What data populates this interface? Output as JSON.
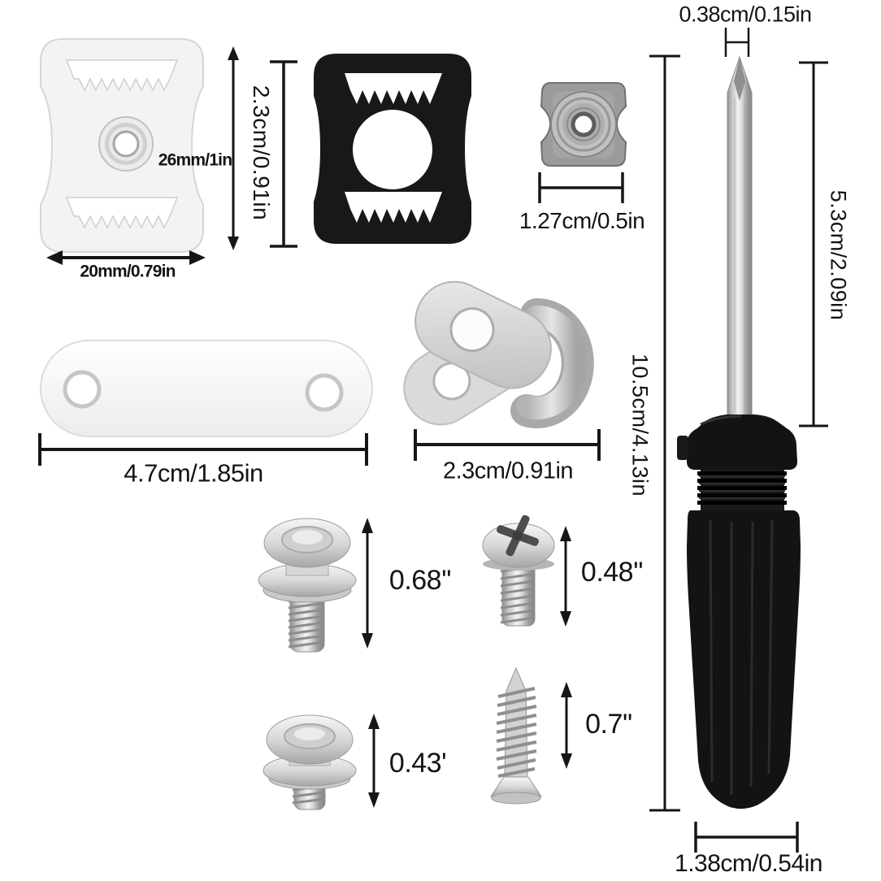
{
  "diagram": {
    "background": "#ffffff",
    "measure_color": "#161616",
    "parts": {
      "white_buckle": {
        "name": "white plastic triglide buckle with grommet",
        "height_label": "26mm/1in",
        "width_label": "20mm/0.79in",
        "color": "#f3f3f3"
      },
      "black_buckle": {
        "name": "black plastic triglide buckle",
        "height_label": "2.3cm/0.91in",
        "color": "#181818"
      },
      "t_nut": {
        "name": "metal square T-nut",
        "width_label": "1.27cm/0.5in",
        "color": "#9b9b9b"
      },
      "strap_plate": {
        "name": "white two-hole strap plate",
        "length_label": "4.7cm/1.85in",
        "color": "#fafafa"
      },
      "r_clamp": {
        "name": "metal R-type cable clamps",
        "width_label": "2.3cm/0.91in",
        "color": "#c8c8c8"
      },
      "screwdriver": {
        "name": "phillips screwdriver",
        "tip_width_label": "0.38cm/0.15in",
        "shaft_length_label": "5.3cm/2.09in",
        "total_length_label": "10.5cm/4.13in",
        "handle_width_label": "1.38cm/0.54in",
        "handle_color": "#141414"
      },
      "snap_screw_long": {
        "name": "snap button screw stud long",
        "height_label": "0.68''"
      },
      "truss_screw": {
        "name": "phillips truss head screw",
        "height_label": "0.48''"
      },
      "snap_stud_short": {
        "name": "snap button screw stud short",
        "height_label": "0.43'"
      },
      "tapping_screw": {
        "name": "self tapping screw",
        "height_label": "0.7''"
      }
    }
  }
}
